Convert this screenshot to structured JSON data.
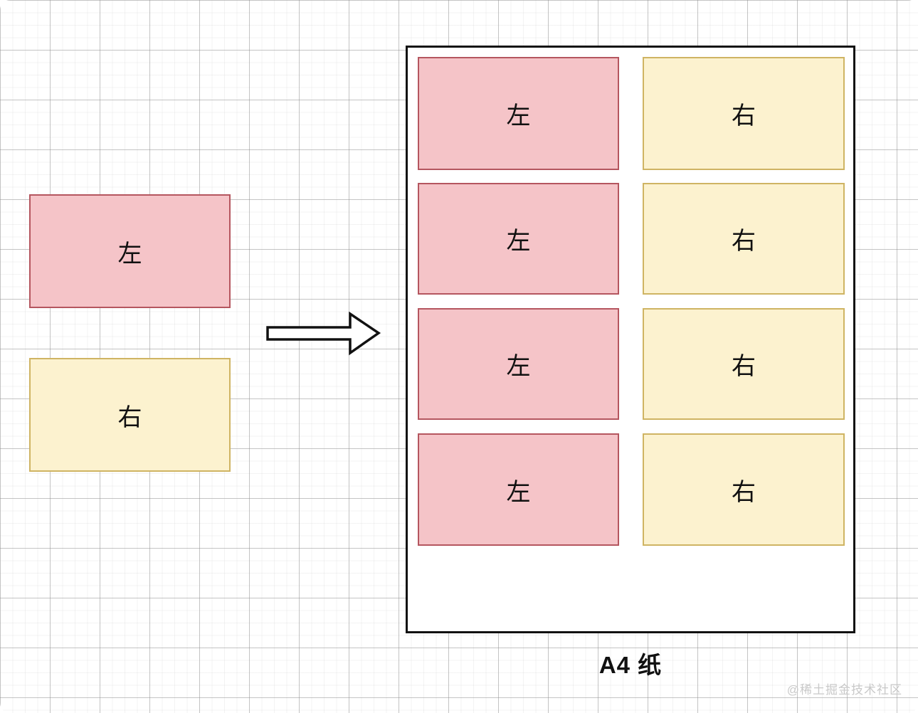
{
  "diagram": {
    "source": {
      "left_box_label": "左",
      "right_box_label": "右"
    },
    "arrow": {
      "direction": "right"
    },
    "paper": {
      "caption": "A4 纸",
      "rows": [
        {
          "left": "左",
          "right": "右"
        },
        {
          "left": "左",
          "right": "右"
        },
        {
          "left": "左",
          "right": "右"
        },
        {
          "left": "左",
          "right": "右"
        }
      ]
    },
    "watermark": "@稀土掘金技术社区"
  },
  "colors": {
    "pink_fill": "#f5c4c8",
    "pink_border": "#b5565f",
    "yellow_fill": "#fcf2cf",
    "yellow_border": "#cfb463",
    "paper_border": "#111111",
    "grid_major": "#cccccc",
    "grid_minor": "#f1f1f1",
    "watermark_text": "#c9c9c9"
  }
}
